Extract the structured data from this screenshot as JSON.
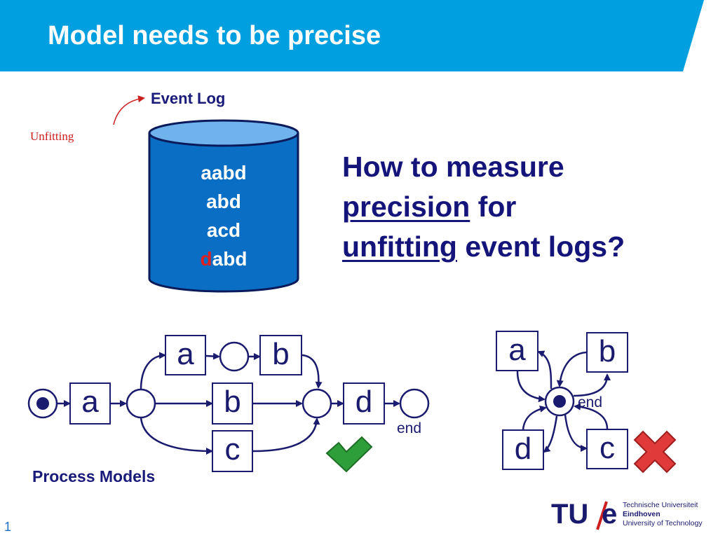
{
  "slide": {
    "title": "Model needs to be precise",
    "page_number": "1"
  },
  "event_log": {
    "label": "Event Log",
    "annotation": "Unfitting",
    "traces": [
      "aabd",
      "abd",
      "acd"
    ],
    "last_trace_prefix": "d",
    "last_trace_rest": "abd"
  },
  "question": {
    "line1": "How to measure",
    "precision": "precision",
    "for": " for",
    "unfitting": "unfitting",
    "rest": " event logs?"
  },
  "left_model": {
    "transitions": {
      "a_start": "a",
      "a_top": "a",
      "b_top": "b",
      "b_mid": "b",
      "c_bottom": "c",
      "d_end": "d"
    },
    "end_label": "end",
    "verdict_icon": "checkmark-icon"
  },
  "right_model": {
    "transitions": {
      "a": "a",
      "b": "b",
      "c": "c",
      "d": "d"
    },
    "end_label": "end",
    "verdict_icon": "cross-icon"
  },
  "process_models_label": "Process Models",
  "logo": {
    "tu": "TU",
    "e": "e",
    "line1": "Technische Universiteit",
    "line2": "Eindhoven",
    "line3": "University of Technology"
  },
  "colors": {
    "banner": "#009fe0",
    "dark_blue": "#1a1a6e",
    "cylinder_blue": "#0a6ec4",
    "accent_red": "#cc1f1f",
    "check_green": "#2e9e3a",
    "cross_red": "#e03a3a"
  }
}
